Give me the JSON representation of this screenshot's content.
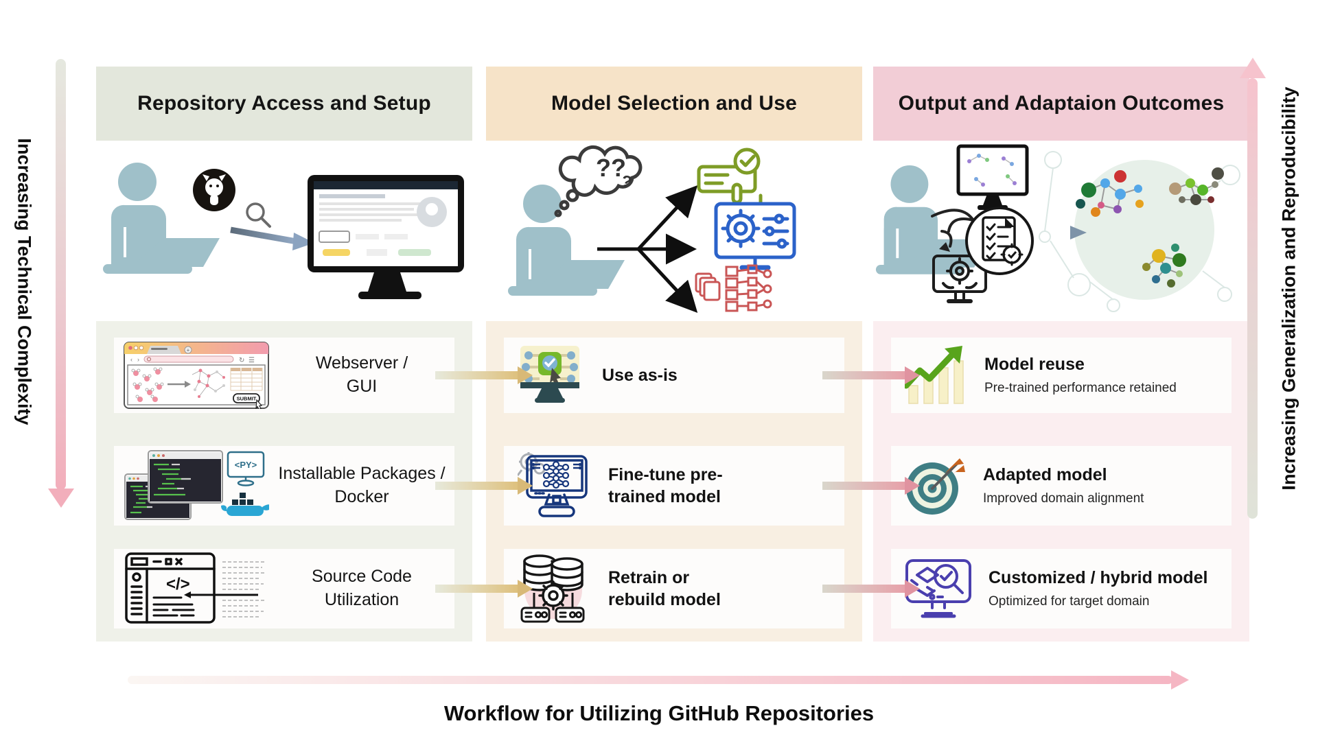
{
  "diagram_title": "Workflow for Utilizing GitHub Repositories",
  "axes": {
    "left": "Increasing Technical Complexity",
    "right": "Increasing Generalization and Reproducibility"
  },
  "columns": [
    {
      "header": "Repository Access and Setup",
      "rows": [
        {
          "label": "Webserver /\nGUI"
        },
        {
          "label": "Installable Packages /\nDocker"
        },
        {
          "label": "Source Code\nUtilization"
        }
      ]
    },
    {
      "header": "Model Selection and Use",
      "rows": [
        {
          "label": "Use as-is"
        },
        {
          "label": "Fine-tune pre-\ntrained model"
        },
        {
          "label": "Retrain or\nrebuild model"
        }
      ]
    },
    {
      "header": "Output and Adaptaion Outcomes",
      "rows": [
        {
          "title": "Model reuse",
          "subtitle": "Pre-trained performance retained"
        },
        {
          "title": "Adapted model",
          "subtitle": "Improved domain alignment"
        },
        {
          "title": "Customized / hybrid model",
          "subtitle": "Optimized for target domain"
        }
      ]
    }
  ],
  "illustrations": {
    "submit_button": "SUBMIT",
    "python_badge": "<PY>",
    "code_tag": "</>",
    "question_marks": "??",
    "question_mark_small": "?"
  },
  "colors": {
    "header_sage": "#e3e7dc",
    "header_tan": "#f6e3c8",
    "header_pink": "#f2cdd6",
    "panel_sage": "#eff1e9",
    "panel_tan": "#f8efe2",
    "panel_pink": "#fbeef0",
    "arrow_gold": "#dcc183",
    "arrow_pink": "#e49aa4",
    "person_silhouette": "#9fc0c9"
  }
}
